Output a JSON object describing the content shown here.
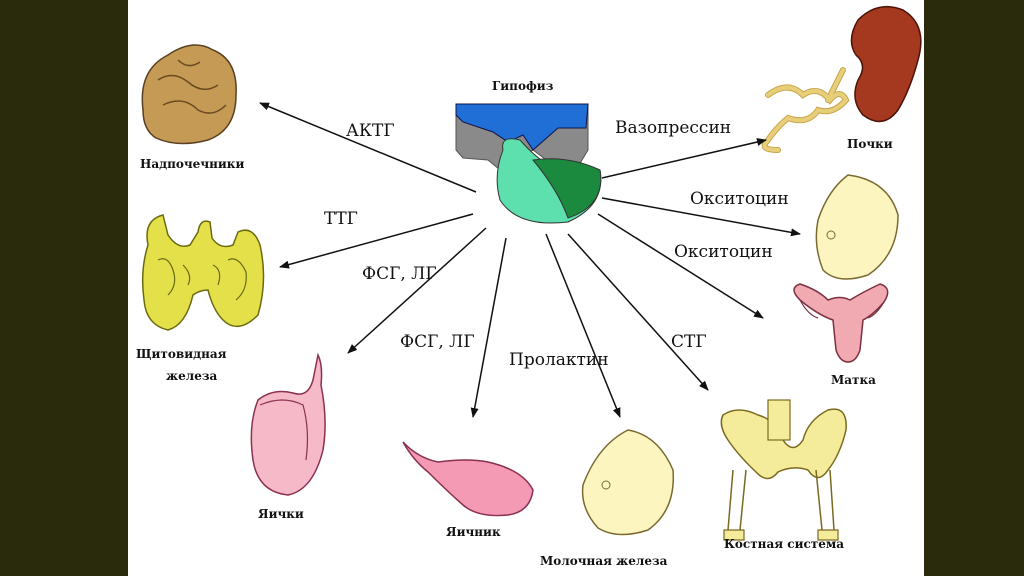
{
  "center": {
    "label": "Гипофиз"
  },
  "organs": {
    "adrenal": "Надпочечники",
    "thyroid_line1": "Щитовидная",
    "thyroid_line2": "железа",
    "testes": "Яички",
    "ovary": "Яичник",
    "mammary_bottom": "Молочная железа",
    "bone": "Костная система",
    "uterus": "Матка",
    "kidneys": "Почки"
  },
  "hormones": {
    "acth": "АКТГ",
    "tsh": "ТТГ",
    "fsh_lh_1": "ФСГ, ЛГ",
    "fsh_lh_2": "ФСГ, ЛГ",
    "prolactin": "Пролактин",
    "stg": "СТГ",
    "oxytocin_1": "Окситоцин",
    "oxytocin_2": "Окситоцин",
    "vasopressin": "Вазопрессин"
  },
  "colors": {
    "frame": "#2a2a0d",
    "background": "#ffffff",
    "pituitary_blue": "#1f6fd6",
    "pituitary_light": "#5de0ae",
    "pituitary_dark": "#1c8a3e",
    "adrenal": "#c49a55",
    "thyroid": "#e3e04a",
    "testes": "#f6b9c8",
    "ovary": "#f49ab4",
    "breast": "#fdf5c0",
    "bone": "#f4ec9a",
    "uterus": "#f2aab2",
    "kidney": "#a5391f",
    "tubule": "#e7cf7a"
  }
}
